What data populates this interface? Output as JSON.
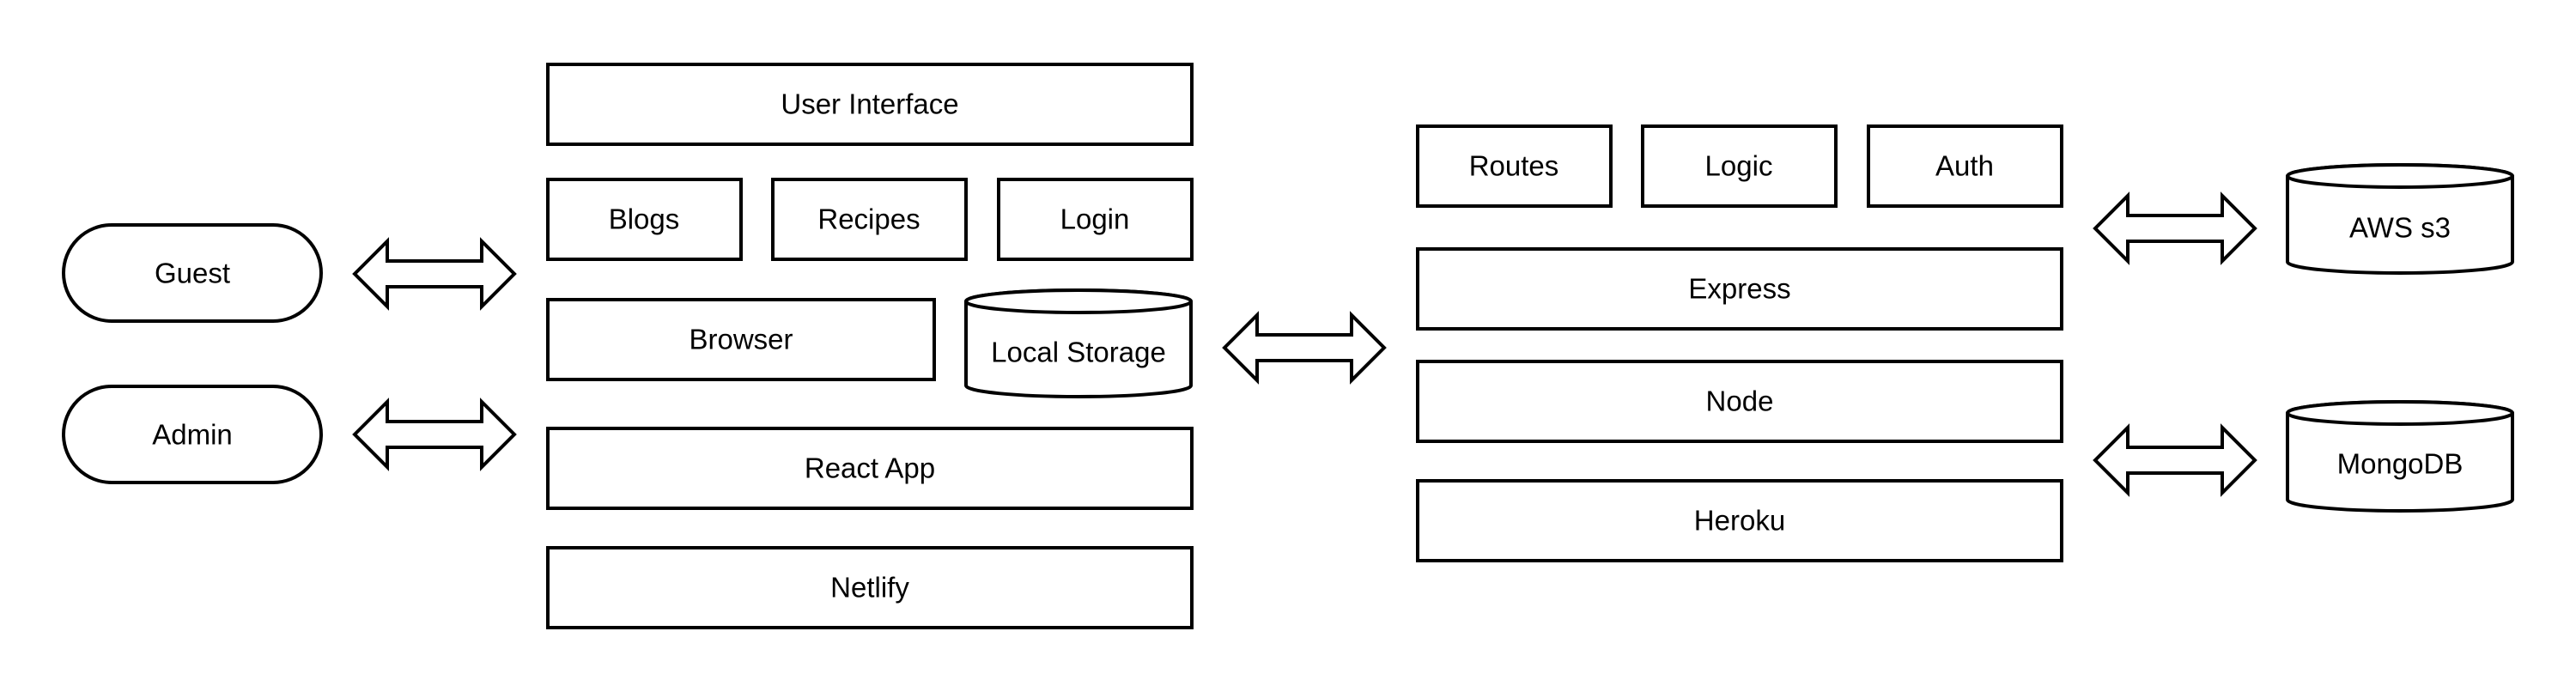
{
  "diagram": {
    "actors": {
      "guest": "Guest",
      "admin": "Admin"
    },
    "frontend": {
      "user_interface": "User Interface",
      "blogs": "Blogs",
      "recipes": "Recipes",
      "login": "Login",
      "browser": "Browser",
      "local_storage": "Local Storage",
      "react_app": "React App",
      "netlify": "Netlify"
    },
    "backend": {
      "routes": "Routes",
      "logic": "Logic",
      "auth": "Auth",
      "express": "Express",
      "node": "Node",
      "heroku": "Heroku"
    },
    "storage": {
      "aws_s3": "AWS s3",
      "mongodb": "MongoDB"
    }
  }
}
